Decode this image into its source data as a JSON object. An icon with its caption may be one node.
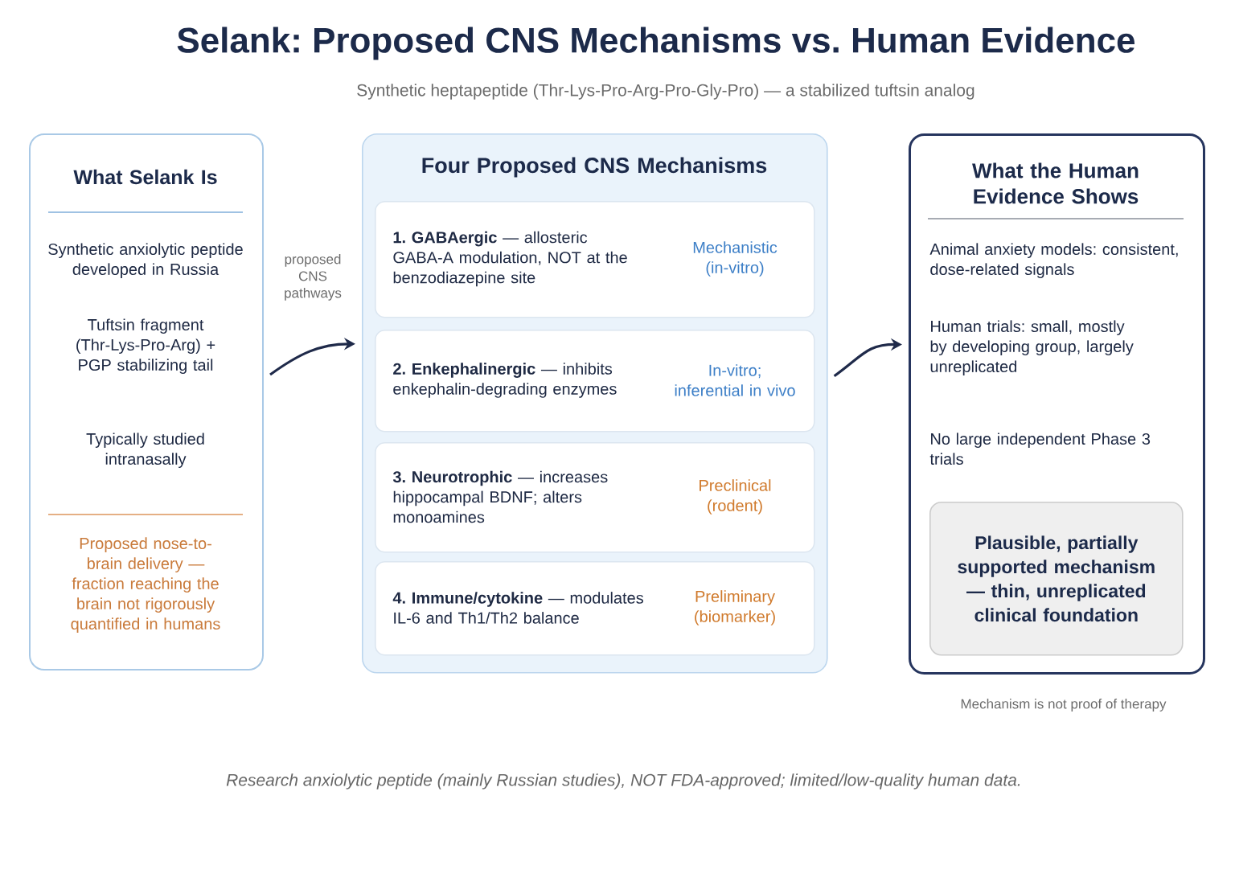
{
  "diagram": {
    "title": "Selank: Proposed CNS Mechanisms vs. Human Evidence",
    "caption": "Research anxiolytic peptide (mainly Russian studies), NOT FDA-approved; limited/low-quality human data.",
    "nodes": [
      {
        "text": [
          "What Selank Is",
          "Synthetic anxiolytic peptide developed in Russia",
          "Tuftsin fragment (Thr-Lys-Pro-Arg) + PGP stabilizing tail",
          "Typically studied intranasally",
          "Proposed nose-to-brain delivery — fraction reaching the brain not rigorously quantified in humans"
        ]
      },
      {
        "text": [
          "Four Proposed CNS Mechanisms"
        ]
      },
      {
        "text": [
          "**1. GABAergic** — allosteric GABA-A modulation, NOT at the benzodiazepine site",
          "Mechanistic (in-vitro)"
        ],
        "in": 1
      },
      {
        "text": [
          "**2. Enkephalinergic** — inhibits enkephalin-degrading enzymes",
          "In-vitro; inferential in vivo"
        ],
        "in": 1
      },
      {
        "text": [
          "**3. Neurotrophic** — increases hippocampal BDNF; alters monoamines",
          "Preclinical (rodent)"
        ],
        "in": 1
      },
      {
        "text": [
          "**4. Immune/cytokine** — modulates IL-6 and Th1/Th2 balance",
          "Preliminary (biomarker)"
        ],
        "in": 1
      },
      {
        "text": [
          "What the Human Evidence Shows",
          "Animal anxiety models: consistent, dose-related signals",
          "Human trials: small, mostly by developing group, largely unreplicated",
          "No large independent Phase 3 trials"
        ],
        "beside": [
          "Mechanism is not proof of therapy"
        ]
      },
      {
        "text": [
          "Plausible, partially supported mechanism — thin, unreplicated clinical foundation"
        ],
        "in": 6
      }
    ],
    "edges": [
      {
        "from": 0,
        "to": 1,
        "arrow": "to",
        "label": "proposed CNS pathways"
      },
      {
        "from": 1,
        "to": 6,
        "arrow": "to"
      }
    ],
    "labels": [
      "Synthetic heptapeptide (Thr-Lys-Pro-Arg-Pro-Gly-Pro) — a stabilized tuftsin analog"
    ]
  }
}
